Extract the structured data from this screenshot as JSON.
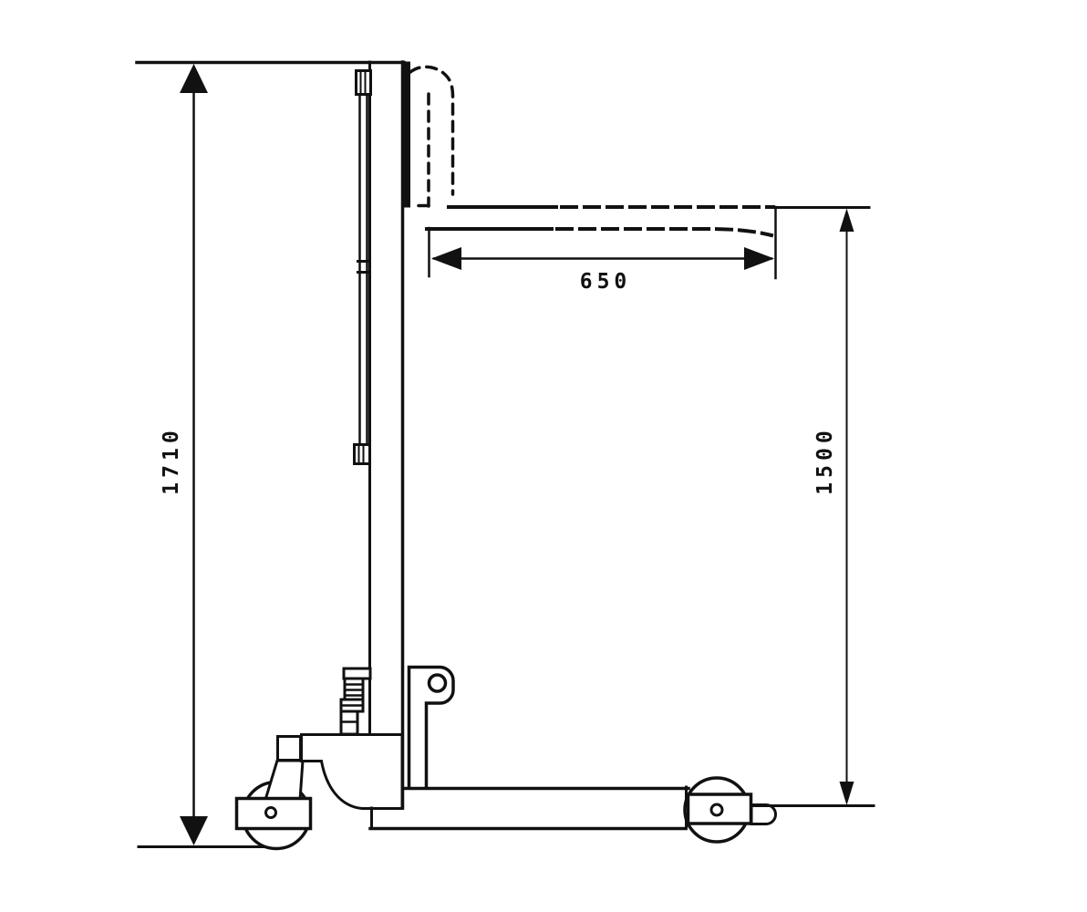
{
  "theme": {
    "line-color": "#111111",
    "bg-color": "#ffffff"
  },
  "diagram": {
    "kind": "technical-line-drawing",
    "subject": "manual-pallet-stacker-side-view",
    "dimensions": {
      "fork_length": {
        "label": "650",
        "orientation": "horizontal"
      },
      "overall_height": {
        "label": "1710",
        "orientation": "vertical"
      },
      "lift_height": {
        "label": "1500",
        "orientation": "vertical"
      }
    }
  }
}
